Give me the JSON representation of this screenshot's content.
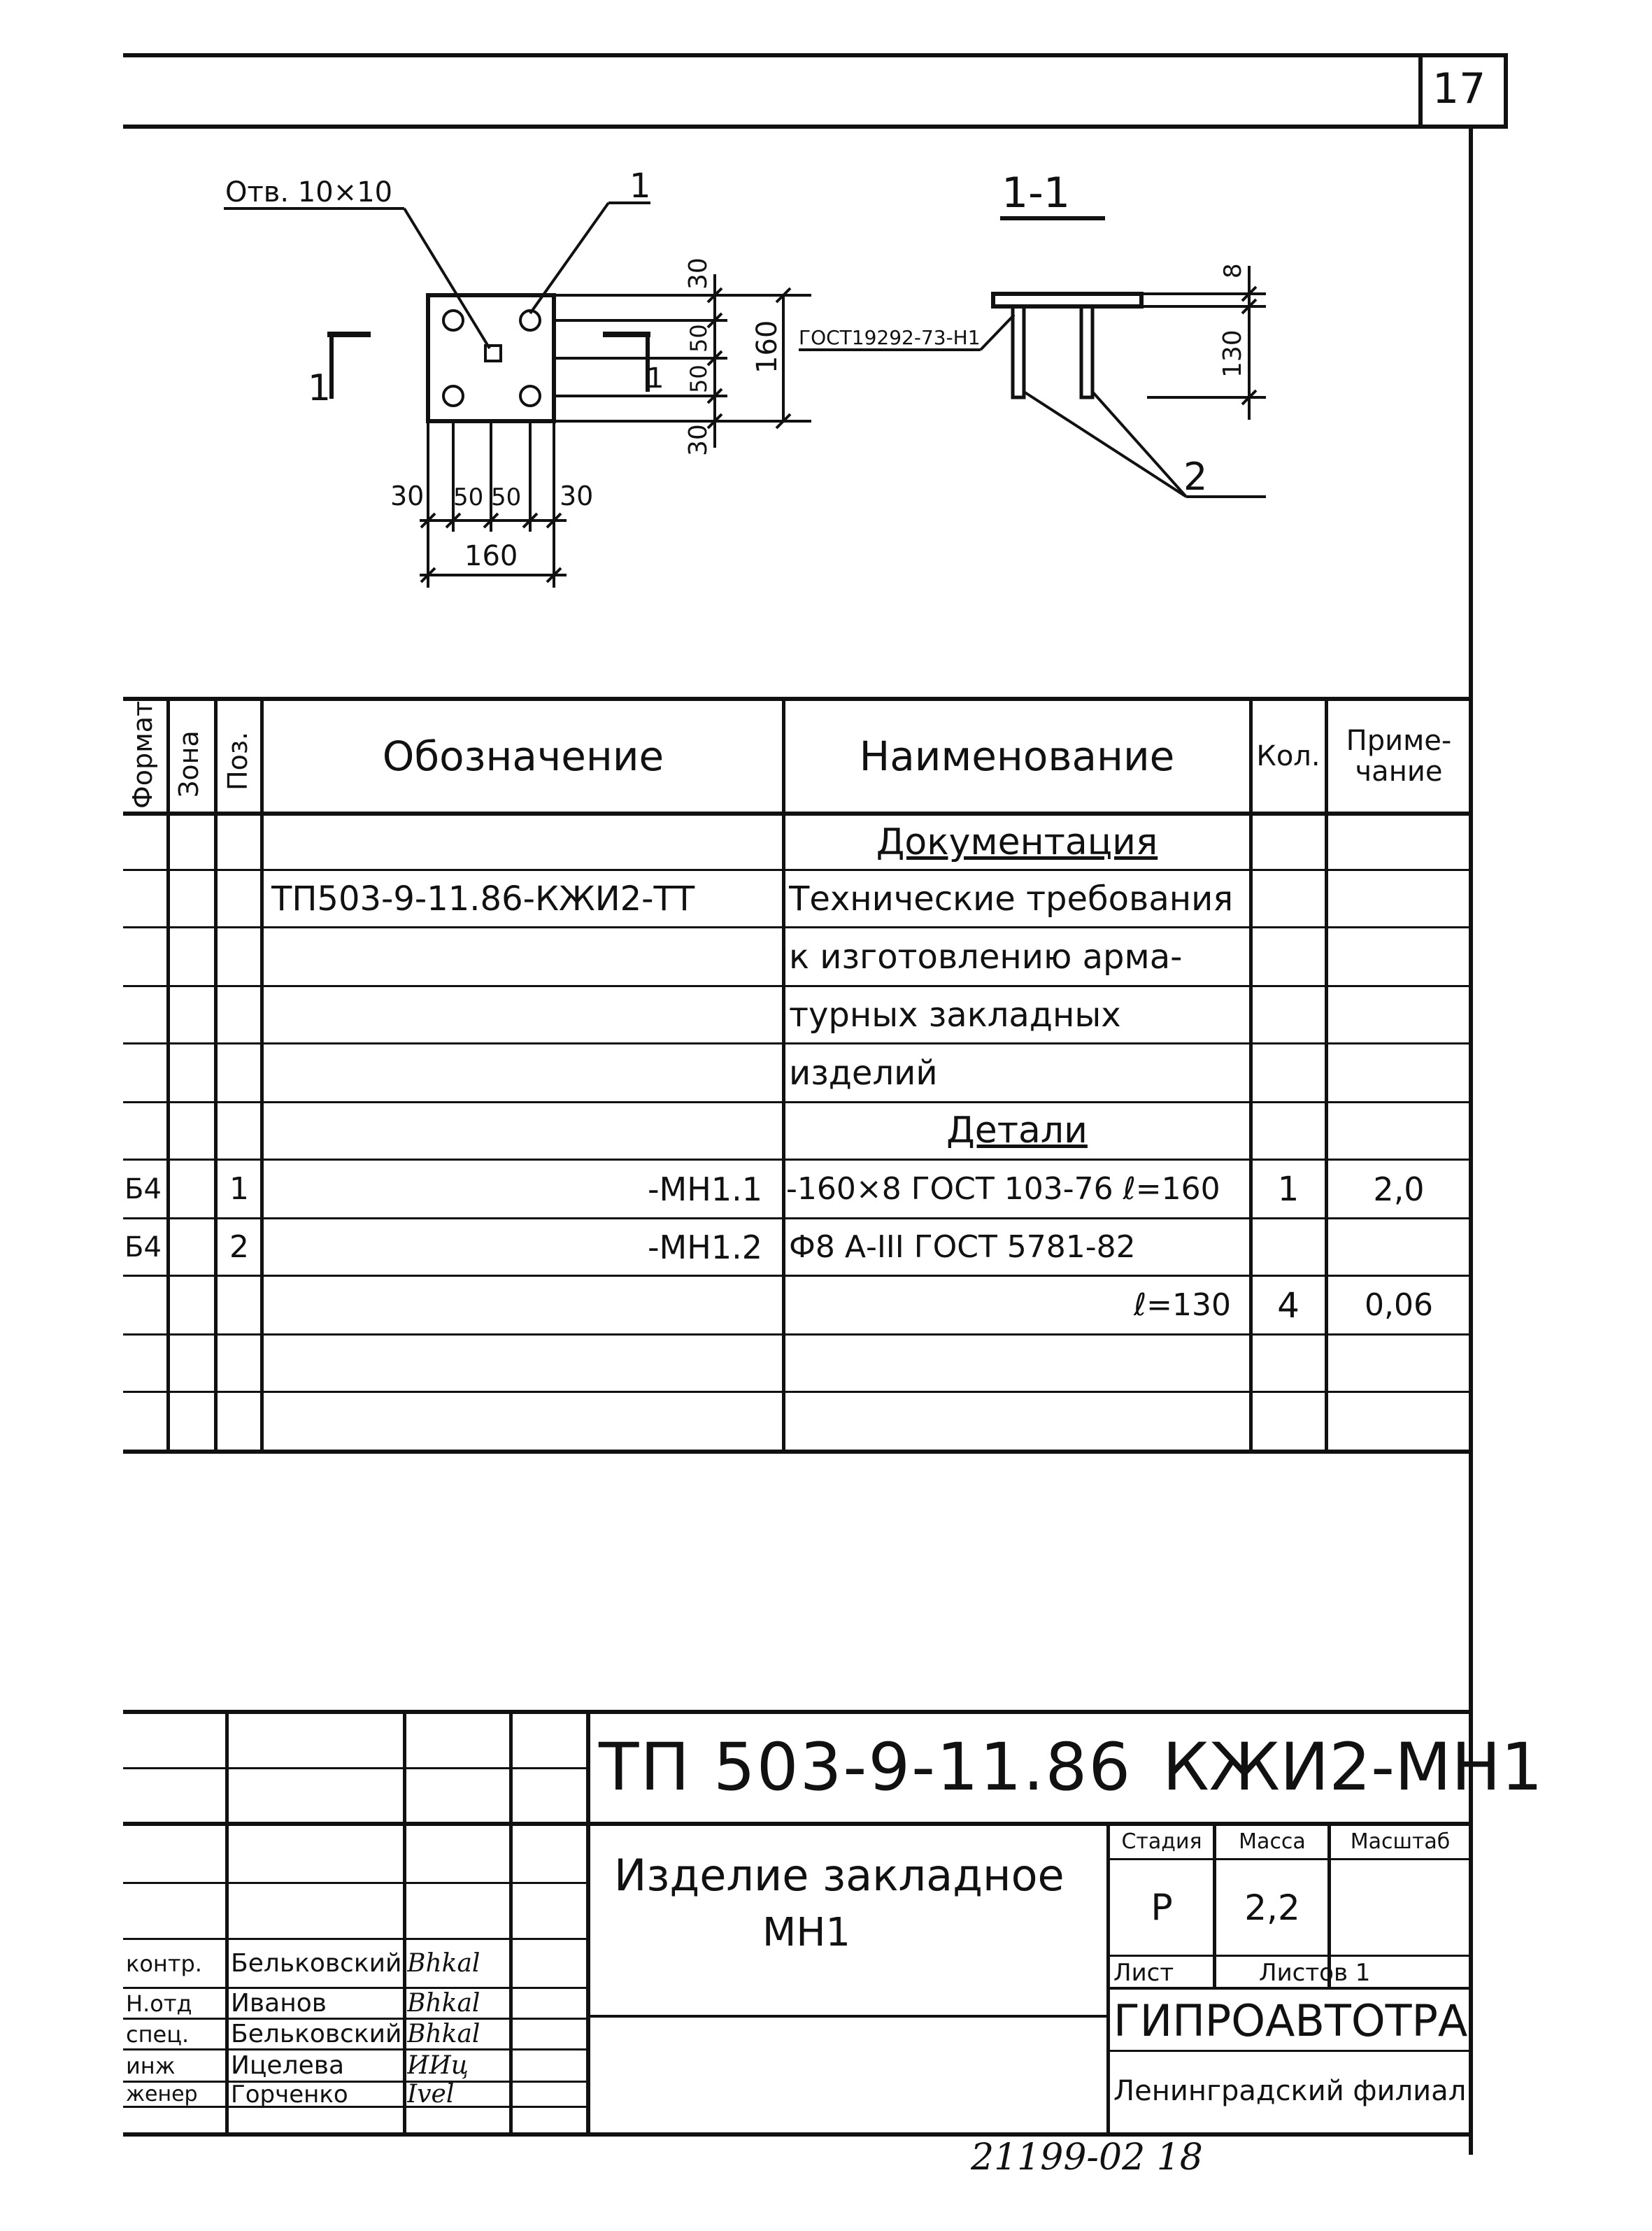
{
  "sheet": {
    "page_number": "17",
    "footer_number": "21199-02  18"
  },
  "drawing": {
    "hole_label": "Отв. 10×10",
    "pos1_label": "1",
    "pos2_label": "2",
    "section_mark": "1",
    "section_title": "1-1",
    "gost_note": "ГОСТ19292-73-Н1",
    "dims": {
      "top_30": "30",
      "mid_50a": "50",
      "mid_50b": "50",
      "bot_30": "30",
      "overall_160_v": "160",
      "bottom_30a": "30",
      "bottom_50a": "50",
      "bottom_50b": "50",
      "bottom_30b": "30",
      "overall_160_h": "160",
      "side_8": "8",
      "side_130": "130"
    }
  },
  "spec": {
    "headers": {
      "format": "Формат",
      "zone": "Зона",
      "pos": "Поз.",
      "designation": "Обозначение",
      "name": "Наименование",
      "qty": "Кол.",
      "note": "Приме-чание"
    },
    "sections": {
      "documentation": "Документация",
      "details": "Детали"
    },
    "rows": [
      {
        "designation": "ТП503-9-11.86-КЖИ2-ТТ",
        "name": "Технические требования"
      },
      {
        "name": "к изготовлению арма-"
      },
      {
        "name": "турных закладных"
      },
      {
        "name": "изделий"
      },
      {
        "format": "Б4",
        "pos": "1",
        "designation": "-МН1.1",
        "name": "-160×8 ГОСТ 103-76  ℓ=160",
        "qty": "1",
        "note": "2,0"
      },
      {
        "format": "Б4",
        "pos": "2",
        "designation": "-МН1.2",
        "name": "Ф8 А-III ГОСТ 5781-82"
      },
      {
        "name": "ℓ=130",
        "qty": "4",
        "note": "0,06"
      }
    ]
  },
  "title_block": {
    "doc_code": "ТП 503-9-11.86",
    "doc_mark": "КЖИ2-МН1",
    "title_line1": "Изделие закладное",
    "title_line2": "МН1",
    "stage_label": "Стадия",
    "mass_label": "Масса",
    "scale_label": "Масштаб",
    "stage": "Р",
    "mass": "2,2",
    "sheet_label": "Лист",
    "sheets_label": "Листов 1",
    "org": "ГИПРОАВТОТРАНС",
    "branch": "Ленинградский филиал",
    "people": [
      {
        "role": "контр.",
        "name": "Бельковский",
        "sign": "Bhkal"
      },
      {
        "role": "Н.отд",
        "name": "Иванов",
        "sign": "Bhkal"
      },
      {
        "role": "спец.",
        "name": "Бельковский",
        "sign": "Bhkal"
      },
      {
        "role": "инж",
        "name": "Ицелева",
        "sign": "ИИц"
      },
      {
        "role": "женер",
        "name": "Горченко",
        "sign": "Ivel"
      }
    ]
  }
}
